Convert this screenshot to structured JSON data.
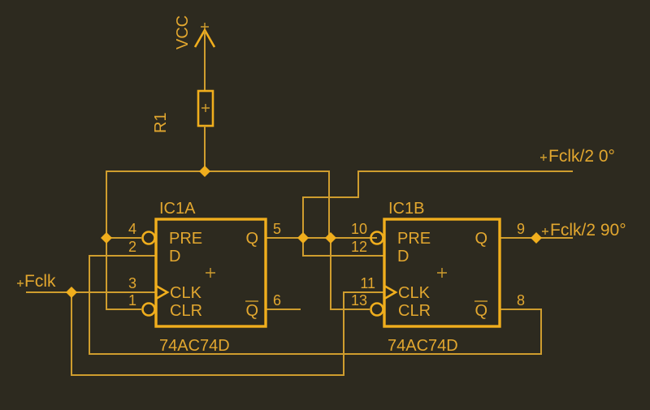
{
  "colors": {
    "background": "#2d2a1f",
    "wire": "#cf9d2e",
    "symbol": "#f0ae1d",
    "text": "#e2a72f"
  },
  "power_rail": {
    "label": "VCC"
  },
  "resistor": {
    "ref": "R1"
  },
  "net_labels": {
    "clock_in": "Fclk",
    "out_0deg": "Fclk/2 0°",
    "out_90deg": "Fclk/2 90°"
  },
  "ics": [
    {
      "ref": "IC1A",
      "part": "74AC74D",
      "pins_left": [
        {
          "num": "4",
          "name": "PRE"
        },
        {
          "num": "2",
          "name": "D"
        },
        {
          "num": "3",
          "name": "CLK"
        },
        {
          "num": "1",
          "name": "CLR"
        }
      ],
      "pins_right": [
        {
          "num": "5",
          "name": "Q"
        },
        {
          "num": "6",
          "name": "Q"
        }
      ]
    },
    {
      "ref": "IC1B",
      "part": "74AC74D",
      "pins_left": [
        {
          "num": "10",
          "name": "PRE"
        },
        {
          "num": "12",
          "name": "D"
        },
        {
          "num": "11",
          "name": "CLK"
        },
        {
          "num": "13",
          "name": "CLR"
        }
      ],
      "pins_right": [
        {
          "num": "9",
          "name": "Q"
        },
        {
          "num": "8",
          "name": "Q"
        }
      ]
    }
  ]
}
